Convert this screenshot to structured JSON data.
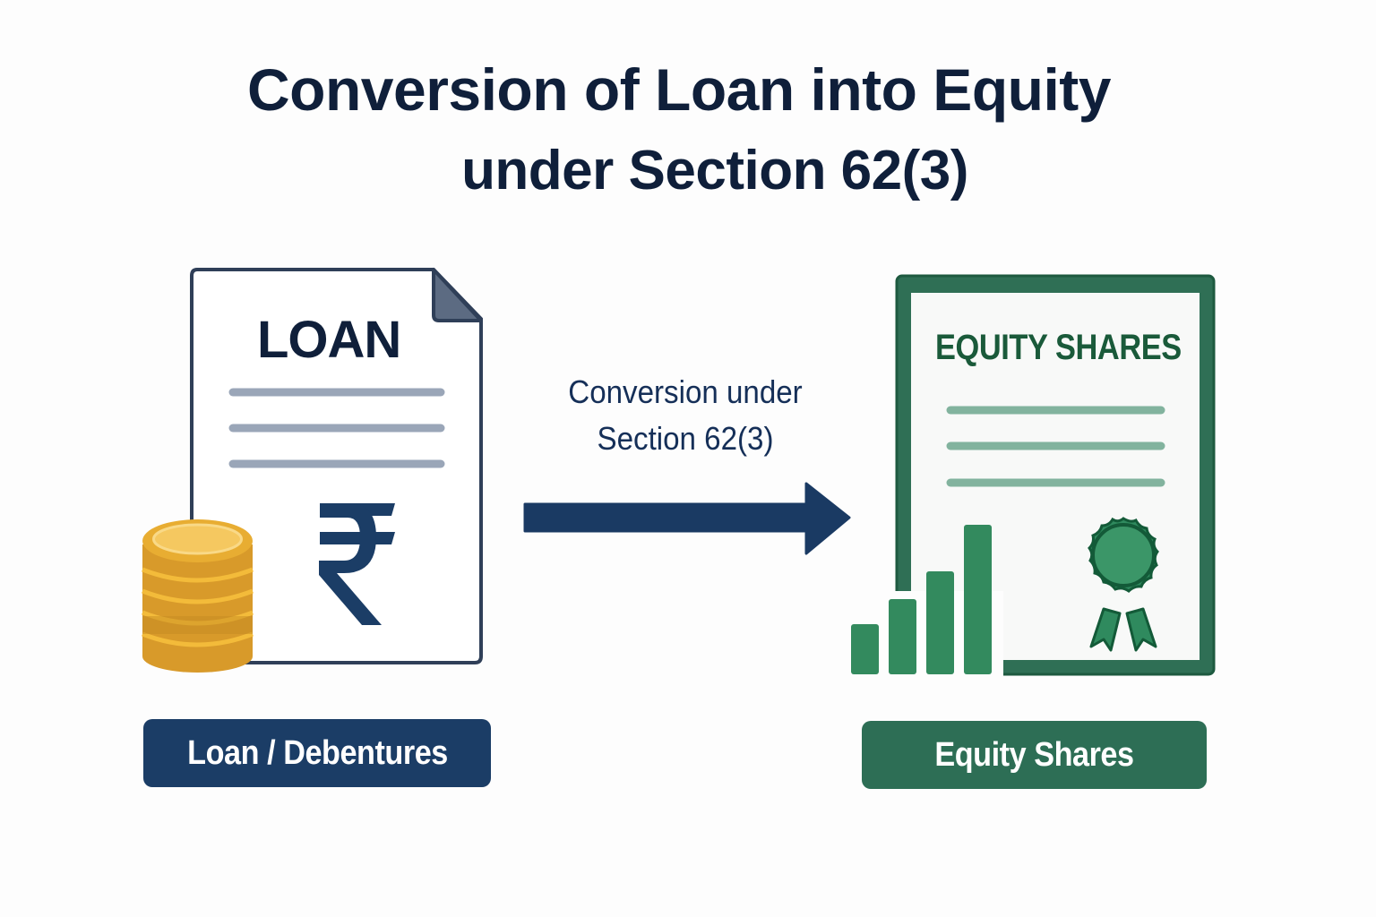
{
  "title": {
    "line1": "Conversion of Loan into Equity",
    "line2": "under Section 62(3)"
  },
  "left": {
    "document_heading": "LOAN",
    "icons": [
      "document-icon",
      "rupee-icon",
      "coin-stack-icon"
    ],
    "badge_label": "Loan / Debentures",
    "colors": {
      "primary": "#1b3d66",
      "lines": "#9aa6b8",
      "coins": "#e6a72b"
    }
  },
  "center": {
    "label_line1": "Conversion under",
    "label_line2": "Section 62(3)",
    "icon": "arrow-right-icon",
    "color": "#1a3a63"
  },
  "right": {
    "certificate_heading": "EQUITY SHARES",
    "icons": [
      "certificate-icon",
      "bar-chart-icon",
      "rosette-seal-icon"
    ],
    "badge_label": "Equity Shares",
    "colors": {
      "primary": "#2d6e55",
      "bars": "#338a5e",
      "lines": "#82b39e"
    }
  }
}
